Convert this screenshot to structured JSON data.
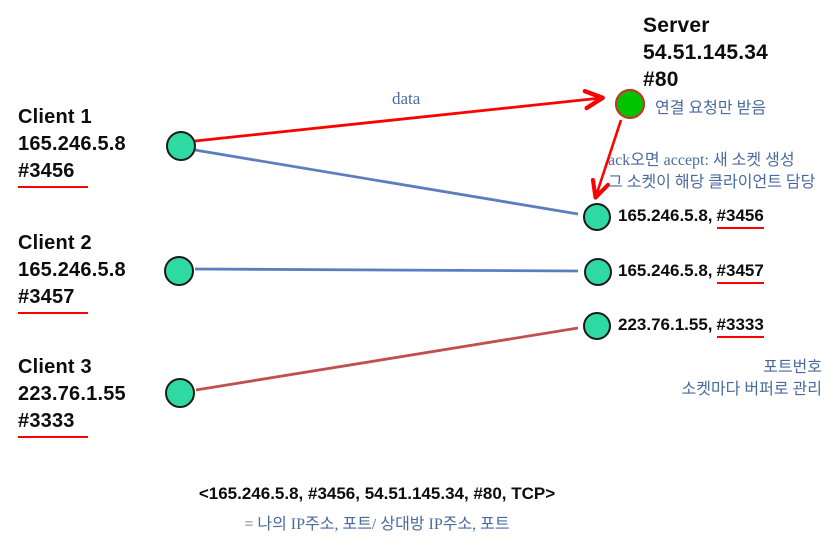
{
  "server": {
    "name": "Server",
    "ip": "54.51.145.34",
    "port": "#80",
    "listen_note": "연결 요청만 받음",
    "accept_note_line1": "ack오면 accept: 새 소켓 생성",
    "accept_note_line2": "그 소켓이 해당 클라이언트 담당"
  },
  "clients": [
    {
      "name": "Client 1",
      "ip": "165.246.5.8",
      "port": "#3456"
    },
    {
      "name": "Client 2",
      "ip": "165.246.5.8",
      "port": "#3457"
    },
    {
      "name": "Client 3",
      "ip": "223.76.1.55",
      "port": "#3333"
    }
  ],
  "server_sockets": [
    {
      "ip": "165.246.5.8,",
      "port": "#3456"
    },
    {
      "ip": "165.246.5.8,",
      "port": "#3457"
    },
    {
      "ip": "223.76.1.55,",
      "port": "#3333"
    }
  ],
  "annotations": {
    "data_label": "data",
    "port_note_line1": "포트번호",
    "port_note_line2": "소켓마다 버퍼로 관리"
  },
  "footer": {
    "tuple": "<165.246.5.8, #3456, 54.51.145.34, #80, TCP>",
    "meaning": "= 나의 IP주소, 포트/ 상대방 IP주소, 포트"
  },
  "colors": {
    "arrow_red": "#ff0000",
    "connection_blue": "#5b7fbe",
    "connection_brownred": "#c0504d",
    "client_socket_fill": "#2edaa2",
    "socket_stroke": "#1a1a1a",
    "listen_socket_fill": "#00c400",
    "listen_socket_stroke": "#c0392b",
    "annotation_blue": "#4a6a9d",
    "underline_red": "#ff0000",
    "text_black": "#0d0d0d"
  }
}
